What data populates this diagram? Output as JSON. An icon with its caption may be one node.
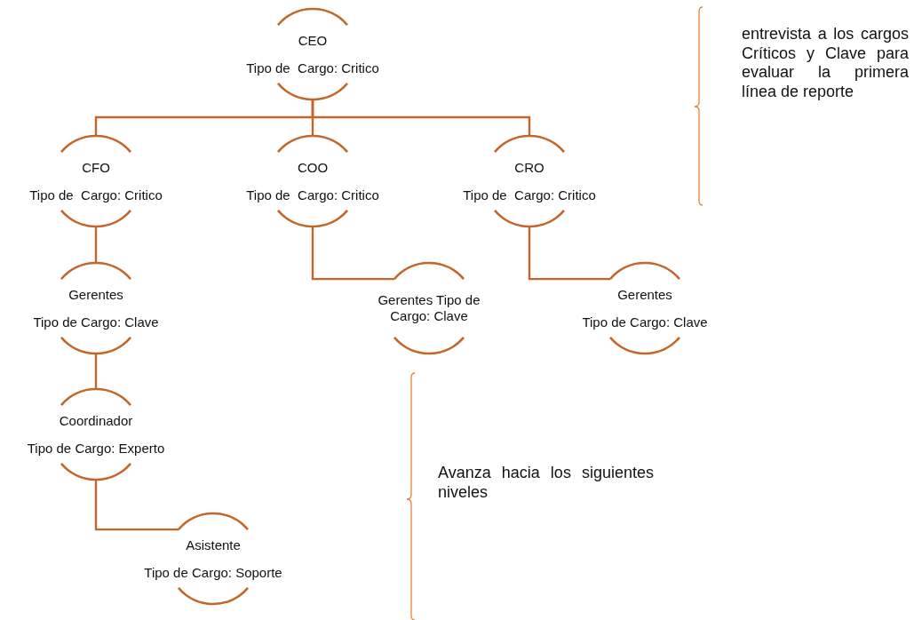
{
  "diagram": {
    "nodes": [
      {
        "text": [
          "CEO",
          "Tipo de  Cargo: Critico"
        ]
      },
      {
        "text": [
          "CFO",
          "Tipo de  Cargo: Critico"
        ]
      },
      {
        "text": [
          "COO",
          "Tipo de  Cargo: Critico"
        ]
      },
      {
        "text": [
          "CRO",
          "Tipo de  Cargo: Critico"
        ]
      },
      {
        "text": [
          "Gerentes",
          "Tipo de Cargo: Clave"
        ]
      },
      {
        "text": [
          "Gerentes Tipo de Cargo: Clave"
        ]
      },
      {
        "text": [
          "Gerentes",
          "Tipo de Cargo: Clave"
        ]
      },
      {
        "text": [
          "Coordinador",
          "Tipo de Cargo: Experto"
        ]
      },
      {
        "text": [
          "Asistente",
          "Tipo de Cargo: Soporte"
        ]
      }
    ],
    "edges": [
      {
        "from": 0,
        "to": 1,
        "arrow": "none"
      },
      {
        "from": 0,
        "to": 2,
        "arrow": "none"
      },
      {
        "from": 0,
        "to": 3,
        "arrow": "none"
      },
      {
        "from": 1,
        "to": 4,
        "arrow": "none"
      },
      {
        "from": 2,
        "to": 5,
        "arrow": "none"
      },
      {
        "from": 3,
        "to": 6,
        "arrow": "none"
      },
      {
        "from": 4,
        "to": 7,
        "arrow": "none"
      },
      {
        "from": 7,
        "to": 8,
        "arrow": "none"
      }
    ],
    "labels": [
      "entrevista a los cargos Críticos y Clave para evaluar la primera línea de reporte",
      "Avanza hacia los siguientes niveles"
    ]
  }
}
